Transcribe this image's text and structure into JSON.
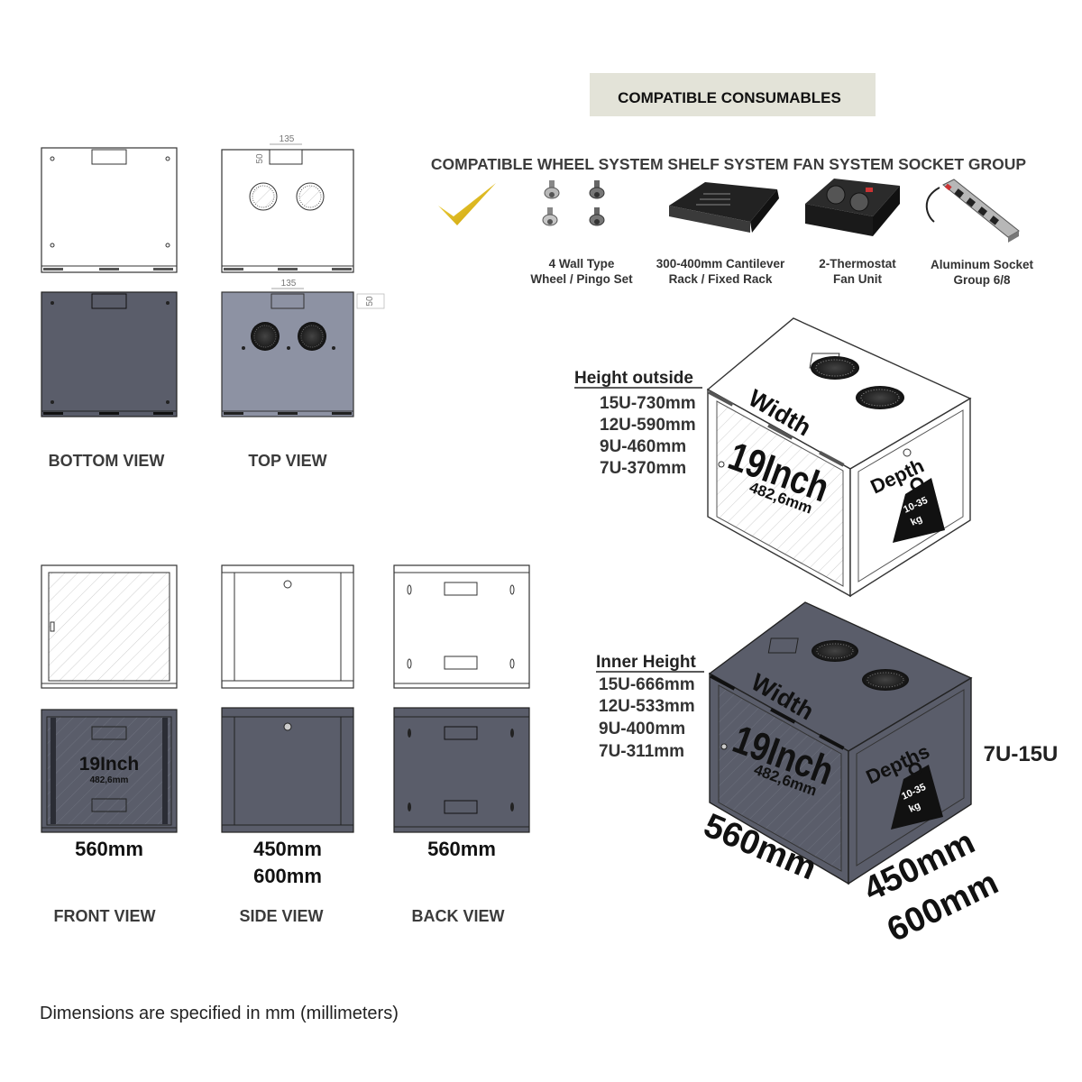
{
  "banner": {
    "label": "COMPATIBLE CONSUMABLES"
  },
  "compat_header": "COMPATIBLE WHEEL SYSTEM SHELF SYSTEM FAN SYSTEM SOCKET GROUP",
  "products": [
    {
      "line1": "4 Wall Type",
      "line2": "Wheel / Pingo Set",
      "icon": "caster-wheels-icon"
    },
    {
      "line1": "300-400mm Cantilever",
      "line2": "Rack / Fixed Rack",
      "icon": "cantilever-shelf-icon"
    },
    {
      "line1": "2-Thermostat",
      "line2": "Fan Unit",
      "icon": "fan-unit-icon"
    },
    {
      "line1": "Aluminum Socket",
      "line2": "Group 6/8",
      "icon": "power-socket-strip-icon"
    }
  ],
  "top_dims": {
    "width": "135",
    "height": "50"
  },
  "views": {
    "bottom": "BOTTOM VIEW",
    "top": "TOP VIEW",
    "front": "FRONT VIEW",
    "side": "SIDE VIEW",
    "back": "BACK VIEW"
  },
  "front_inner": {
    "size": "19Inch",
    "mm": "482,6mm"
  },
  "dims": {
    "front": "560mm",
    "side1": "450mm",
    "side2": "600mm",
    "back": "560mm"
  },
  "height_outside": {
    "title": "Height outside",
    "items": [
      "15U-730mm",
      "12U-590mm",
      "9U-460mm",
      "7U-370mm"
    ]
  },
  "inner_height": {
    "title": "Inner Height",
    "items": [
      "15U-666mm",
      "12U-533mm",
      "9U-400mm",
      "7U-311mm"
    ]
  },
  "iso_labels": {
    "width": "Width",
    "depth_white": "Depth",
    "depth_dark": "Depths",
    "inch": "19Inch",
    "inch_mm": "482,6mm",
    "weight_top": "10-35",
    "weight_bottom": "kg"
  },
  "range_label": "7U-15U",
  "iso_dims": {
    "width": "560mm",
    "depth1": "450mm",
    "depth2": "600mm"
  },
  "footer": "Dimensions are specified in mm (millimeters)",
  "colors": {
    "dark_cabinet": "#5a5d6a",
    "top_view_grey": "#8d92a3",
    "banner_bg": "#e3e3d8",
    "check": "#e8c21a"
  }
}
